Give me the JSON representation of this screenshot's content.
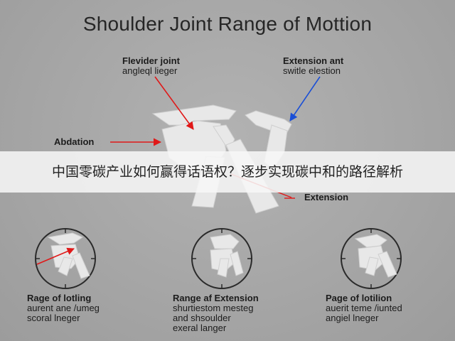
{
  "title": "Shoulder Joint Range of Mottion",
  "labels": {
    "flexion": {
      "line1": "Flevider joint",
      "line2": "angleql lieger"
    },
    "extension_top": {
      "line1": "Extension ant",
      "line2": "switle elestion"
    },
    "abduction": "Abdation",
    "extension_mid": "Extension"
  },
  "banner": {
    "text": "中国零碳产业如何赢得话语权？逐步实现碳中和的路径解析"
  },
  "captions": [
    {
      "line1": "Rage of lotling",
      "line2": "aurent ane /umeg",
      "line3": "scoral lneger",
      "line4": ""
    },
    {
      "line1": "Range af Extension",
      "line2": "shurtiestom mesteg",
      "line3": "and shsoulder",
      "line4": "exeral langer"
    },
    {
      "line1": "Page of lotilion",
      "line2": "auerit teme /iunted",
      "line3": "angiel lneger",
      "line4": ""
    }
  ],
  "colors": {
    "background": "#a8a8a8",
    "red_arrow": "#e01818",
    "blue_arrow": "#1a4fd6",
    "figure": "#e8e8e8"
  },
  "icons": [
    "shoulder-joint-figure",
    "circle-dial-icon"
  ]
}
